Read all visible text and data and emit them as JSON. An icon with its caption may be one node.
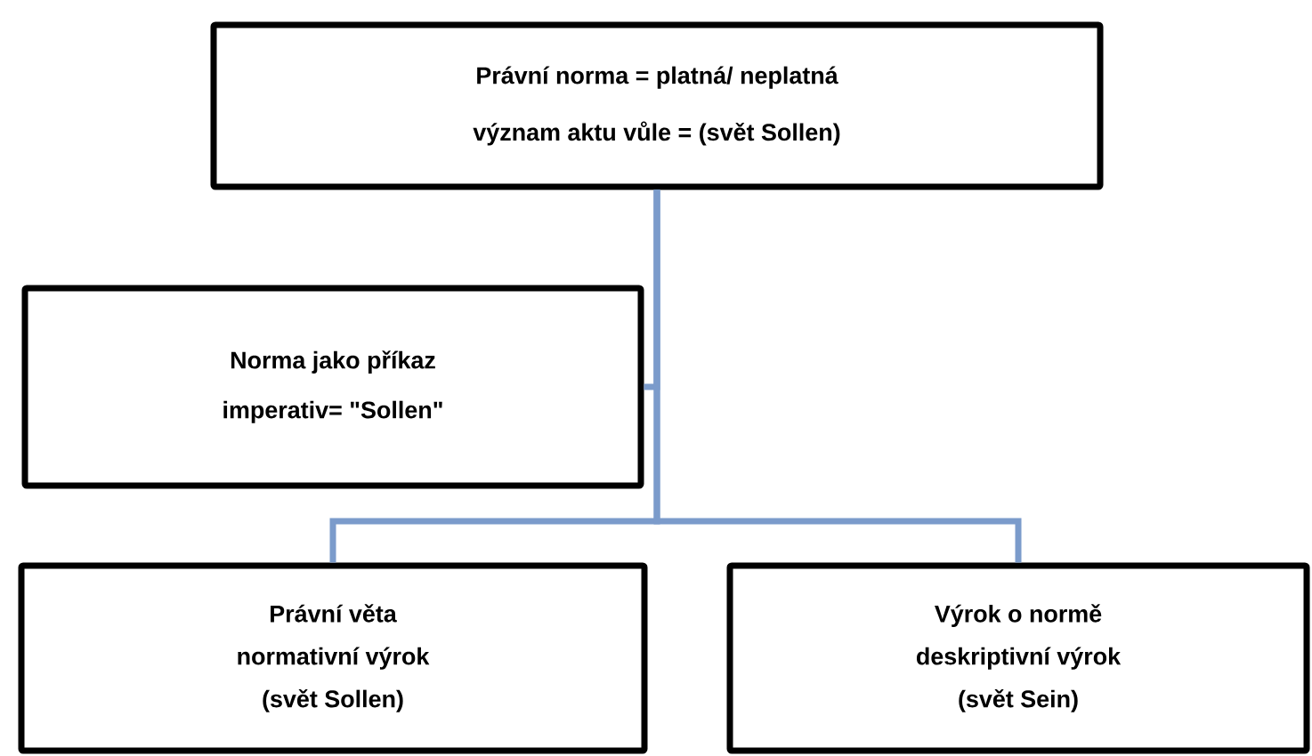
{
  "diagram": {
    "nodes": [
      {
        "text": [
          "Právní norma = platná/ neplatná",
          "význam aktu vůle = (svět Sollen)"
        ]
      },
      {
        "text": [
          "Norma jako příkaz",
          "imperativ= \"Sollen\""
        ]
      },
      {
        "text": [
          "Právní věta",
          "normativní výrok",
          "(svět Sollen)"
        ]
      },
      {
        "text": [
          "Výrok o normě",
          "deskriptivní výrok",
          "(svět Sein)"
        ]
      }
    ],
    "edges": [
      {
        "from": 0,
        "to": 1,
        "arrow": "none"
      },
      {
        "from": 0,
        "to": 2,
        "arrow": "none"
      },
      {
        "from": 0,
        "to": 3,
        "arrow": "none"
      }
    ]
  }
}
